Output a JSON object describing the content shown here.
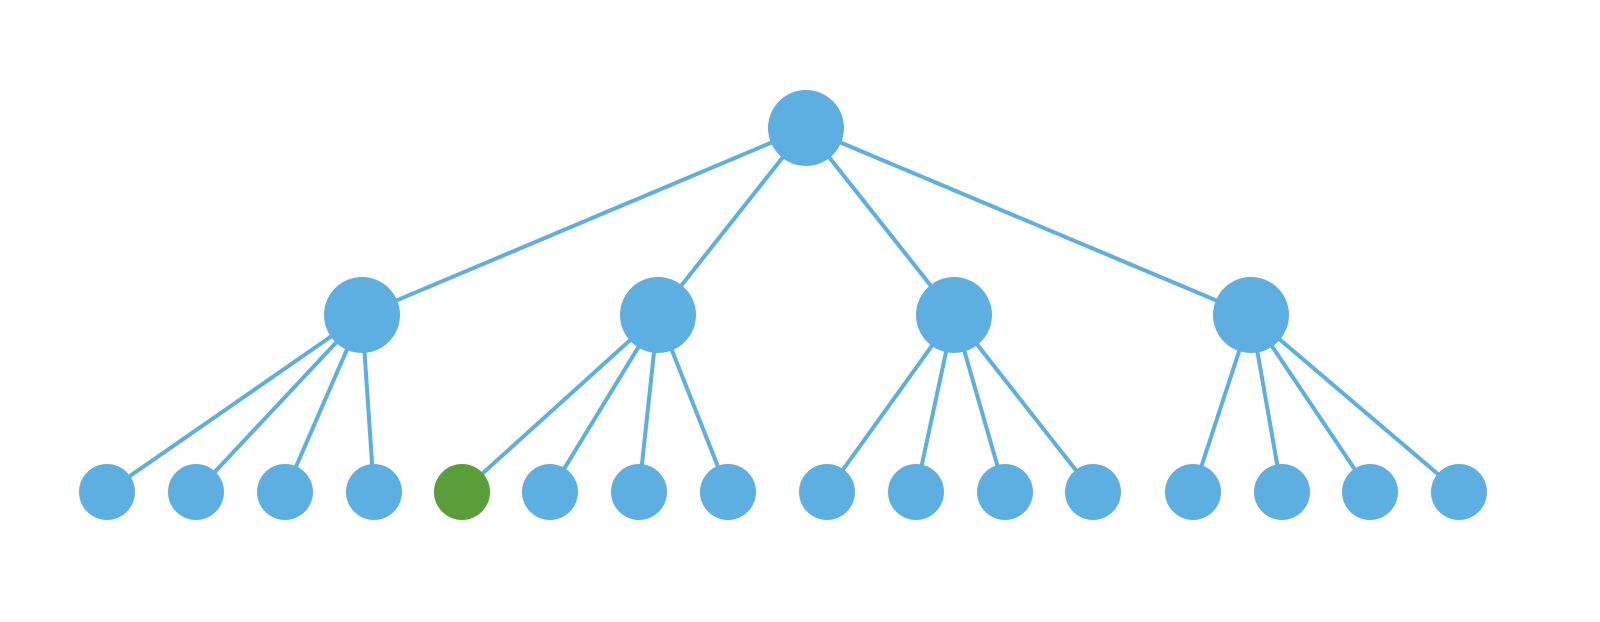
{
  "colors": {
    "node": "#5DAFE1",
    "edge": "#5DAFE1",
    "highlight": "#5A9E3A",
    "background": "#ffffff"
  },
  "tree": {
    "id": "root",
    "children": [
      {
        "id": "a",
        "children": [
          {
            "id": "a1"
          },
          {
            "id": "a2"
          },
          {
            "id": "a3"
          },
          {
            "id": "a4"
          }
        ]
      },
      {
        "id": "b",
        "children": [
          {
            "id": "b1",
            "highlighted": true
          },
          {
            "id": "b2"
          },
          {
            "id": "b3"
          },
          {
            "id": "b4"
          }
        ]
      },
      {
        "id": "c",
        "children": [
          {
            "id": "c1"
          },
          {
            "id": "c2"
          },
          {
            "id": "c3"
          },
          {
            "id": "c4"
          }
        ]
      },
      {
        "id": "d",
        "children": [
          {
            "id": "d1"
          },
          {
            "id": "d2"
          },
          {
            "id": "d3"
          },
          {
            "id": "d4"
          }
        ]
      }
    ]
  }
}
